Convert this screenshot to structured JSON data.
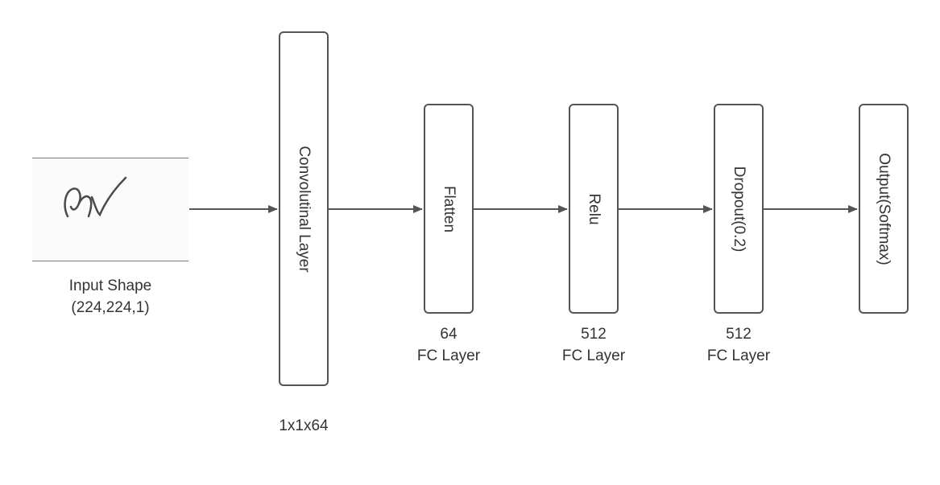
{
  "input": {
    "label": "Input Shape",
    "shape": "(224,224,1)",
    "image_desc": "handwritten-character"
  },
  "layers": [
    {
      "label": "Convolutinal Layer",
      "caption_top": "",
      "caption_bottom": "1x1x64"
    },
    {
      "label": "Flatten",
      "caption_top": "64",
      "caption_bottom": "FC Layer"
    },
    {
      "label": "Relu",
      "caption_top": "512",
      "caption_bottom": "FC Layer"
    },
    {
      "label": "Dropout(0.2)",
      "caption_top": "512",
      "caption_bottom": "FC Layer"
    },
    {
      "label": "Output(Softmax)",
      "caption_top": "",
      "caption_bottom": ""
    }
  ],
  "colors": {
    "stroke": "#555555",
    "text": "#333333",
    "arrow": "#555555"
  }
}
